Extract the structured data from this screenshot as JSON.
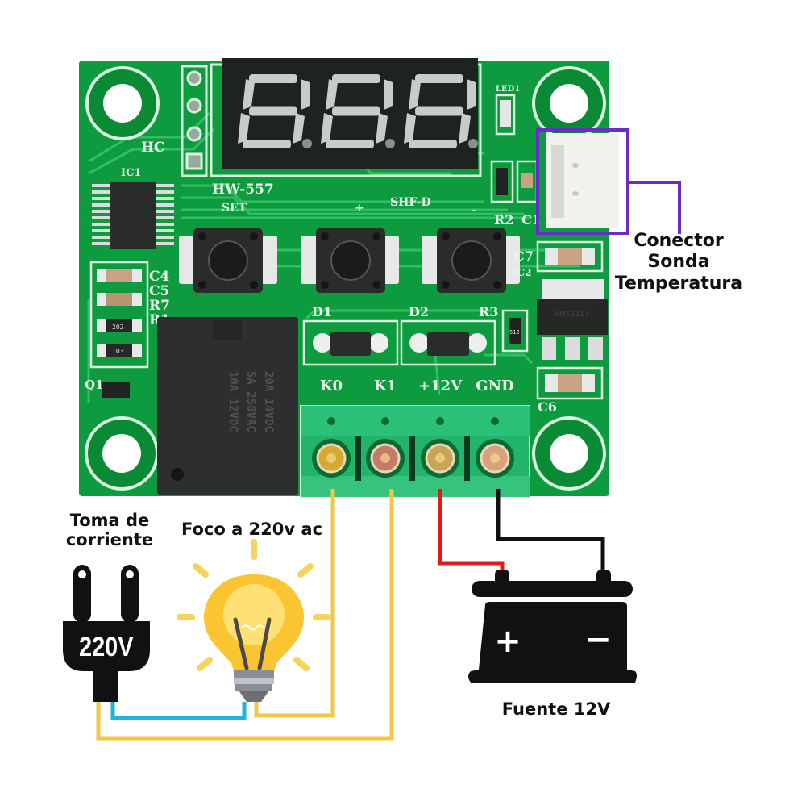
{
  "board": {
    "model": "HW-557",
    "silkscreen": {
      "hc": "HC",
      "ic1": "IC1",
      "set": "SET",
      "plus": "+",
      "minus": "-",
      "shf": "SHF-D",
      "led": "LED1",
      "r2": "R2",
      "c1": "C1",
      "c7": "C7",
      "ic2": "IC2",
      "c4": "C4",
      "c5": "C5",
      "r7": "R7",
      "r1": "R1",
      "q1": "Q1",
      "d1": "D1",
      "d2": "D2",
      "r3": "R3",
      "c6": "C6",
      "res202": "202",
      "res103": "103",
      "res512": "512",
      "regulator": "AMS1117"
    },
    "display": {
      "digits": [
        "8",
        "8",
        "8"
      ]
    },
    "relay_text": [
      "10A 12VDC",
      "5A 250VAC",
      "20A 14VDC"
    ],
    "terminals": [
      {
        "label": "K0",
        "wire_color": "#f2c744"
      },
      {
        "label": "K1",
        "wire_color": "#f2c744"
      },
      {
        "label": "+12V",
        "wire_color": "#e01b1b"
      },
      {
        "label": "GND",
        "wire_color": "#111111"
      }
    ],
    "buttons": [
      "set-button",
      "plus-button",
      "minus-button"
    ]
  },
  "annotations": {
    "probe_connector": [
      "Conector",
      "Sonda",
      "Temperatura"
    ],
    "outlet": [
      "Toma de",
      "corriente"
    ],
    "bulb": "Foco a 220v ac",
    "power_supply": "Fuente 12V"
  },
  "plug": {
    "voltage": "220V"
  },
  "battery": {
    "plus": "+",
    "minus": "−"
  },
  "colors": {
    "pcb": "#0e9a3e",
    "pcb_dark": "#087a30",
    "terminal_block": "#22b46a",
    "highlight_box": "#6a2bc9",
    "wire_yellow": "#f2c744",
    "wire_cyan": "#1bb6d9",
    "wire_red": "#e01b1b",
    "wire_black": "#111111",
    "bulb_yellow": "#fbc531"
  }
}
